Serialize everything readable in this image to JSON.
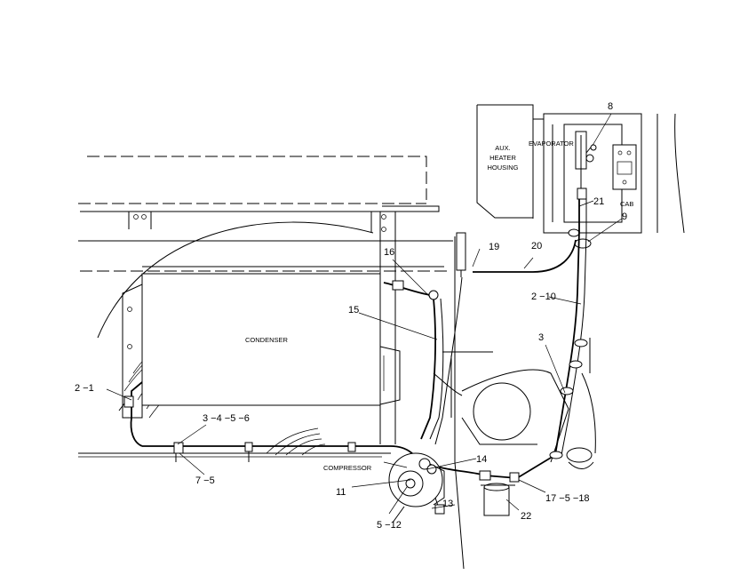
{
  "components": {
    "aux_heater_housing": [
      "AUX.",
      "HEATER",
      "HOUSING"
    ],
    "evaporator": "EVAPORATOR",
    "cab": "CAB",
    "condenser": "CONDENSER",
    "compressor": "COMPRESSOR"
  },
  "callouts": {
    "c8": "8",
    "c21": "21",
    "c9": "9",
    "c19": "19",
    "c20": "20",
    "c16": "16",
    "c15": "15",
    "c2_10": "2 −10",
    "c3a": "3",
    "c2_1": "2 −1",
    "c3_4_5_6": "3 −4 −5 −6",
    "c7_5": "7 −5",
    "c14": "14",
    "c11": "11",
    "c13": "13",
    "c5_12": "5 −12",
    "c17_5_18": "17 −5 −18",
    "c22": "22"
  }
}
